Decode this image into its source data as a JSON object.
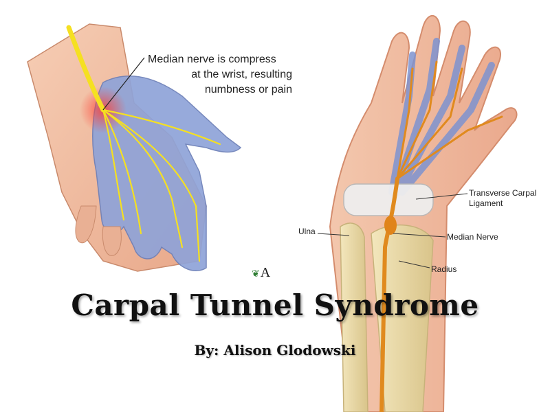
{
  "slide": {
    "title": "Carpal Tunnel Syndrome",
    "subtitle": "By: Alison Glodowski"
  },
  "left_figure": {
    "callout_lines": [
      "Median nerve is compress",
      "at the wrist, resulting",
      "numbness or pain"
    ],
    "logo_text": "A",
    "logo_icon": "leaf-icon"
  },
  "right_figure": {
    "labels": {
      "ligament": [
        "Transverse Carpal",
        "Ligament"
      ],
      "median_nerve": "Median Nerve",
      "ulna": "Ulna",
      "radius": "Radius"
    }
  },
  "colors": {
    "skin": "#f2c2a8",
    "nerve_yellow": "#f5e021",
    "nerve_orange": "#e08a1e",
    "palm_blue": "#8fa3d8",
    "bone": "#e9d9a6"
  }
}
